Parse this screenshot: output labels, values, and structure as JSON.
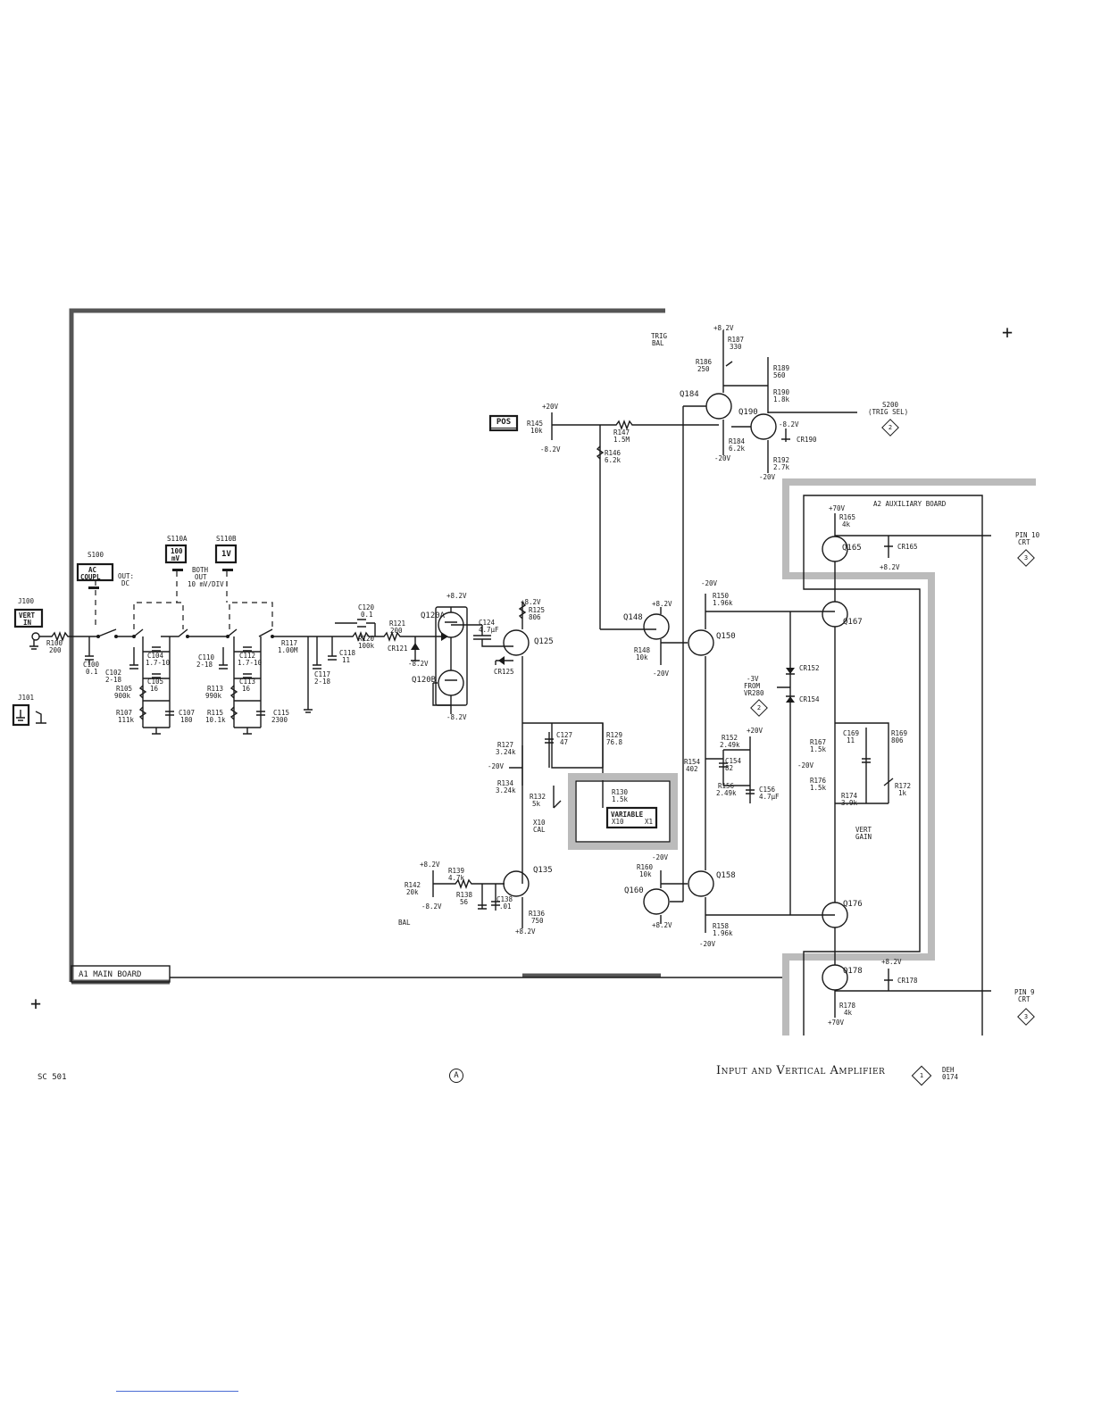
{
  "footer": {
    "model": "SC 501",
    "page_letter": "A",
    "title": "Input and Vertical Amplifier",
    "diagram_number": "1",
    "rev_code_1": "DEH",
    "rev_code_2": "0174"
  },
  "boards": {
    "main": "A1 MAIN BOARD",
    "aux": "A2 AUXILIARY BOARD"
  },
  "connectors": {
    "j100": "J100",
    "j100_label_1": "VERT",
    "j100_label_2": "IN",
    "j101": "J101",
    "s100": "S100",
    "s100_label_1": "AC",
    "s100_label_2": "COUPL",
    "s100_out_1": "OUT:",
    "s100_out_2": "DC",
    "s110a": "S110A",
    "s110a_label_1": "100",
    "s110a_label_2": "mV",
    "s110b": "S110B",
    "s110b_label": "1V",
    "both_1": "BOTH",
    "both_2": "OUT",
    "both_3": "10 mV/DIV",
    "pos": "POS",
    "variable_1": "VARIABLE",
    "variable_2": "X10",
    "variable_3": "X1",
    "x10cal_1": "X10",
    "x10cal_2": "CAL",
    "bal": "BAL",
    "trig_bal_1": "TRIG",
    "trig_bal_2": "BAL",
    "vert_gain_1": "VERT",
    "vert_gain_2": "GAIN",
    "s200_1": "S200",
    "s200_2": "(TRIG SEL)",
    "s200_ref": "2",
    "pin10_1": "PIN 10",
    "pin10_2": "CRT",
    "pin10_ref": "3",
    "pin9_1": "PIN 9",
    "pin9_2": "CRT",
    "pin9_ref": "3",
    "from_1": "-3V",
    "from_2": "FROM",
    "from_3": "VR280",
    "from_ref": "2"
  },
  "components": {
    "r100": "R100",
    "r100_v": "200",
    "c100": "C100",
    "c100_v": "0.1",
    "c102": "C102",
    "c102_v": "2-18",
    "c104": "C104",
    "c104_v": "1.7-10",
    "c105": "C105",
    "c105_v": "16",
    "r105": "R105",
    "r105_v": "900k",
    "r107": "R107",
    "r107_v": "111k",
    "c107": "C107",
    "c107_v": "180",
    "c110": "C110",
    "c110_v": "2-18",
    "c112": "C112",
    "c112_v": "1.7-10",
    "c113": "C113",
    "c113_v": "16",
    "r113": "R113",
    "r113_v": "990k",
    "r115": "R115",
    "r115_v": "10.1k",
    "c115": "C115",
    "c115_v": "2300",
    "r117": "R117",
    "r117_v": "1.00M",
    "c117": "C117",
    "c117_v": "2-18",
    "c118": "C118",
    "c118_v": "11",
    "c120": "C120",
    "c120_v": "0.1",
    "r120": "R120",
    "r120_v": "100k",
    "r121": "R121",
    "r121_v": "200",
    "cr121": "CR121",
    "q120a": "Q120A",
    "q120b": "Q120B",
    "c124": "C124",
    "c124_v": "4.7µF",
    "r125": "R125",
    "r125_v": "806",
    "q125": "Q125",
    "cr125": "CR125",
    "r127": "R127",
    "r127_v": "3.24k",
    "c127": "C127",
    "c127_v": "47",
    "r129": "R129",
    "r129_v": "76.8",
    "r130": "R130",
    "r130_v": "1.5k",
    "r132": "R132",
    "r132_v": "5k",
    "r134": "R134",
    "r134_v": "3.24k",
    "r136": "R136",
    "r136_v": "750",
    "r138": "R138",
    "r138_v": "56",
    "c138": "C138",
    "c138_v": ".01",
    "r139": "R139",
    "r139_v": "4.7k",
    "r142": "R142",
    "r142_v": "20k",
    "q135": "Q135",
    "r145": "R145",
    "r145_v": "10k",
    "r146": "R146",
    "r146_v": "6.2k",
    "r147": "R147",
    "r147_v": "1.5M",
    "q148": "Q148",
    "r148": "R148",
    "r148_v": "10k",
    "q150": "Q150",
    "r150": "R150",
    "r150_v": "1.96k",
    "cr152": "CR152",
    "cr154": "CR154",
    "r152": "R152",
    "r152_v": "2.49k",
    "c154": "C154",
    "c154_v": "82",
    "r154": "R154",
    "r154_v": "402",
    "r156": "R156",
    "r156_v": "2.49k",
    "c156": "C156",
    "c156_v": "4.7µF",
    "q158": "Q158",
    "r158": "R158",
    "r158_v": "1.96k",
    "q160": "Q160",
    "r160": "R160",
    "r160_v": "10k",
    "q165": "Q165",
    "r165": "R165",
    "r165_v": "4k",
    "cr165": "CR165",
    "q167": "Q167",
    "r167": "R167",
    "r167_v": "1.5k",
    "c169": "C169",
    "c169_v": "11",
    "r169": "R169",
    "r169_v": "806",
    "r172": "R172",
    "r172_v": "1k",
    "r174": "R174",
    "r174_v": "3.9k",
    "r176": "R176",
    "r176_v": "1.5k",
    "q176": "Q176",
    "q178": "Q178",
    "cr178": "CR178",
    "r178": "R178",
    "r178_v": "4k",
    "q184": "Q184",
    "r184": "R184",
    "r184_v": "6.2k",
    "r186": "R186",
    "r186_v": "250",
    "r187": "R187",
    "r187_v": "330",
    "r189": "R189",
    "r189_v": "560",
    "r190": "R190",
    "r190_v": "1.8k",
    "q190": "Q190",
    "cr190": "CR190",
    "r192": "R192",
    "r192_v": "2.7k"
  },
  "supplies": {
    "p8": "+8.2V",
    "m8": "-8.2V",
    "p20": "+20V",
    "m20": "-20V",
    "p70": "+70V"
  }
}
